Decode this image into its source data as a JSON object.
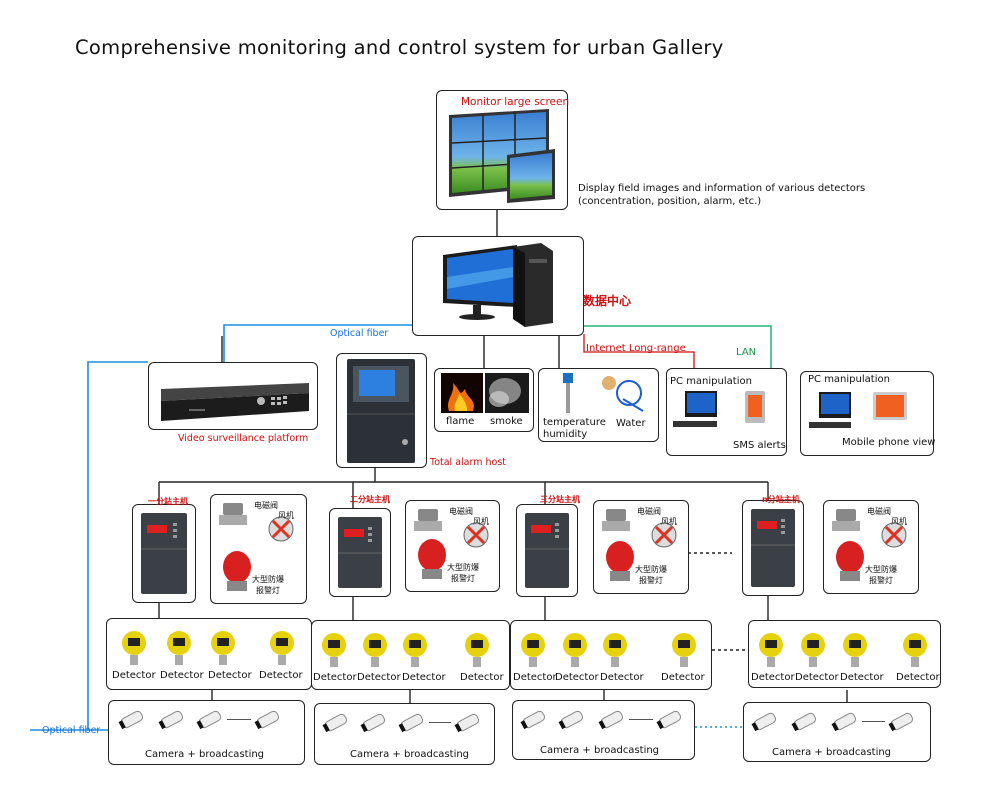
{
  "title": "Comprehensive monitoring and control system for urban Gallery",
  "monitor_label": "Monitor large screen",
  "monitor_desc_1": "Display field images and information of various detectors",
  "monitor_desc_2": "(concentration, position, alarm, etc.)",
  "data_center_label": "数据中心",
  "optical_fiber_top": "Optical fiber",
  "internet_label": "Internet Long-range",
  "lan_label": "LAN",
  "video_platform_label": "Video surveillance platform",
  "alarm_host_label": "Total alarm host",
  "fire": {
    "flame": "flame",
    "smoke": "smoke"
  },
  "sensors": {
    "temp1": "temperature",
    "temp2": "humidity",
    "water": "Water"
  },
  "pc_sms": {
    "title": "PC manipulation",
    "caption": "SMS alerts"
  },
  "pc_mobile": {
    "title": "PC manipulation",
    "caption": "Mobile phone view"
  },
  "substations": [
    {
      "label": "一分站主机"
    },
    {
      "label": "二分站主机"
    },
    {
      "label": "三分站主机"
    },
    {
      "label": "n分站主机"
    }
  ],
  "equipment": {
    "valve": "电磁阀",
    "fan": "风机",
    "lamp1": "大型防爆",
    "lamp2": "报警灯"
  },
  "detector_label": "Detector",
  "camera_label": "Camera + broadcasting",
  "optical_fiber_left": "Optical fiber",
  "colors": {
    "line": "#222222",
    "optical": "#1a8fe0",
    "lan": "#22b573",
    "internet": "#d01010",
    "detector_yellow": "#e6d20c"
  }
}
